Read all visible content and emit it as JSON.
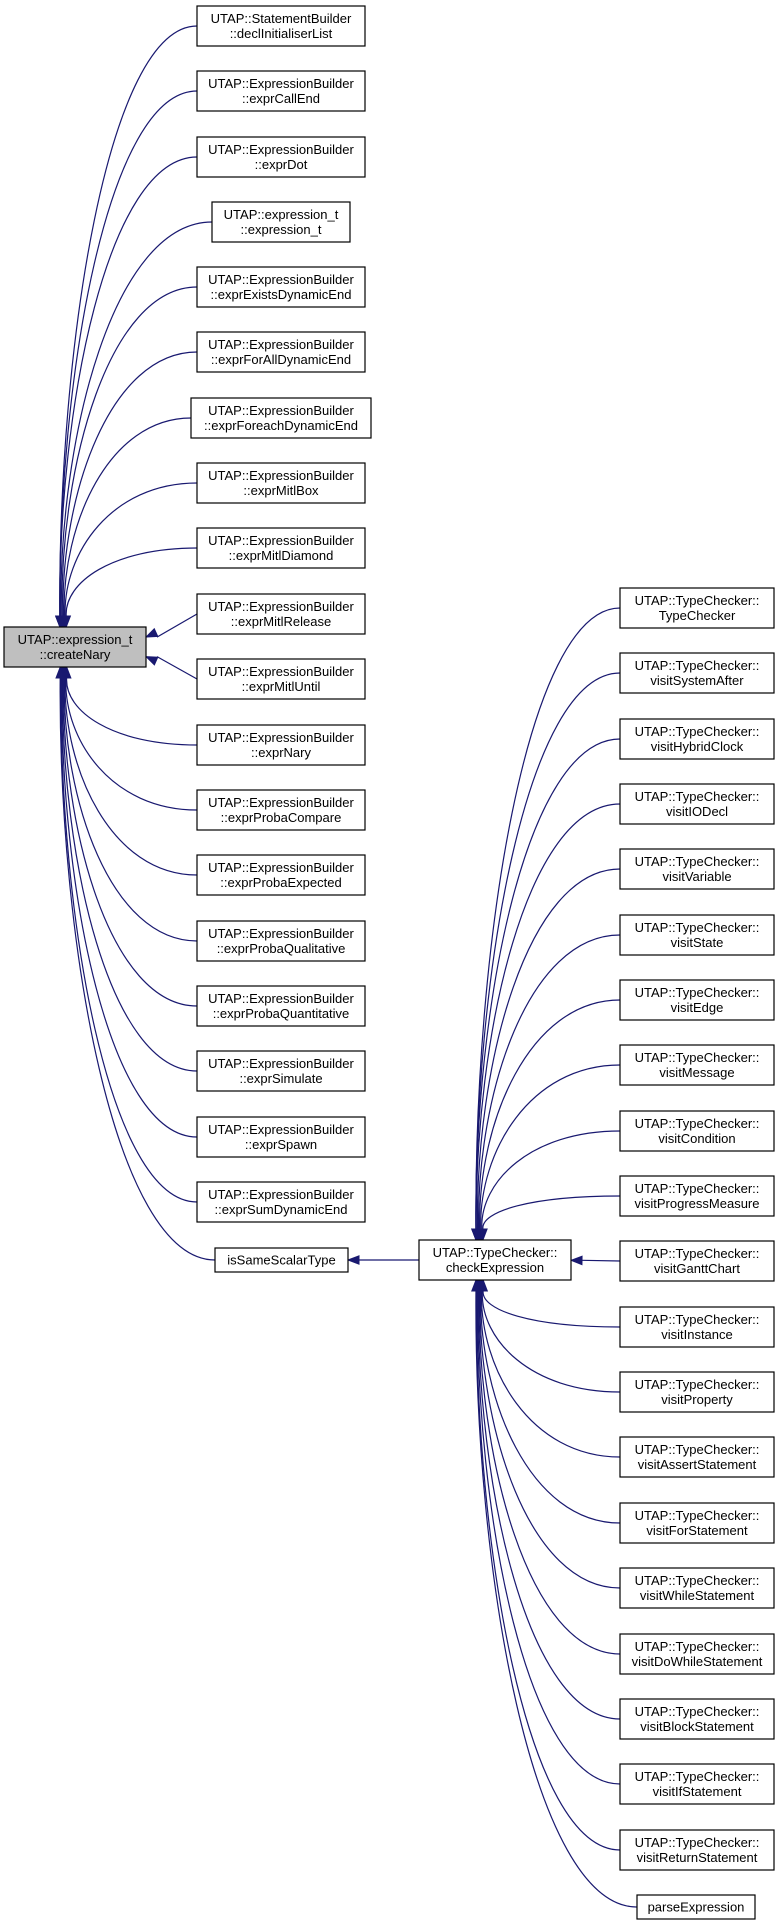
{
  "graph": {
    "root": "createNary",
    "nodes": {
      "createNary": {
        "lines": [
          "UTAP::expression_t",
          "::createNary"
        ],
        "kind": "root"
      },
      "declInitialiserList": {
        "lines": [
          "UTAP::StatementBuilder",
          "::declInitialiserList"
        ]
      },
      "exprCallEnd": {
        "lines": [
          "UTAP::ExpressionBuilder",
          "::exprCallEnd"
        ]
      },
      "exprDot": {
        "lines": [
          "UTAP::ExpressionBuilder",
          "::exprDot"
        ]
      },
      "expression_t": {
        "lines": [
          "UTAP::expression_t",
          "::expression_t"
        ]
      },
      "exprExistsDynamicEnd": {
        "lines": [
          "UTAP::ExpressionBuilder",
          "::exprExistsDynamicEnd"
        ]
      },
      "exprForAllDynamicEnd": {
        "lines": [
          "UTAP::ExpressionBuilder",
          "::exprForAllDynamicEnd"
        ]
      },
      "exprForeachDynamicEnd": {
        "lines": [
          "UTAP::ExpressionBuilder",
          "::exprForeachDynamicEnd"
        ]
      },
      "exprMitlBox": {
        "lines": [
          "UTAP::ExpressionBuilder",
          "::exprMitlBox"
        ]
      },
      "exprMitlDiamond": {
        "lines": [
          "UTAP::ExpressionBuilder",
          "::exprMitlDiamond"
        ]
      },
      "exprMitlRelease": {
        "lines": [
          "UTAP::ExpressionBuilder",
          "::exprMitlRelease"
        ]
      },
      "exprMitlUntil": {
        "lines": [
          "UTAP::ExpressionBuilder",
          "::exprMitlUntil"
        ]
      },
      "exprNary": {
        "lines": [
          "UTAP::ExpressionBuilder",
          "::exprNary"
        ]
      },
      "exprProbaCompare": {
        "lines": [
          "UTAP::ExpressionBuilder",
          "::exprProbaCompare"
        ]
      },
      "exprProbaExpected": {
        "lines": [
          "UTAP::ExpressionBuilder",
          "::exprProbaExpected"
        ]
      },
      "exprProbaQualitative": {
        "lines": [
          "UTAP::ExpressionBuilder",
          "::exprProbaQualitative"
        ]
      },
      "exprProbaQuantitative": {
        "lines": [
          "UTAP::ExpressionBuilder",
          "::exprProbaQuantitative"
        ]
      },
      "exprSimulate": {
        "lines": [
          "UTAP::ExpressionBuilder",
          "::exprSimulate"
        ]
      },
      "exprSpawn": {
        "lines": [
          "UTAP::ExpressionBuilder",
          "::exprSpawn"
        ]
      },
      "exprSumDynamicEnd": {
        "lines": [
          "UTAP::ExpressionBuilder",
          "::exprSumDynamicEnd"
        ]
      },
      "isSameScalarType": {
        "lines": [
          "isSameScalarType"
        ]
      },
      "checkExpression": {
        "lines": [
          "UTAP::TypeChecker::",
          "checkExpression"
        ]
      },
      "TypeChecker": {
        "lines": [
          "UTAP::TypeChecker::",
          "TypeChecker"
        ]
      },
      "visitSystemAfter": {
        "lines": [
          "UTAP::TypeChecker::",
          "visitSystemAfter"
        ]
      },
      "visitHybridClock": {
        "lines": [
          "UTAP::TypeChecker::",
          "visitHybridClock"
        ]
      },
      "visitIODecl": {
        "lines": [
          "UTAP::TypeChecker::",
          "visitIODecl"
        ]
      },
      "visitVariable": {
        "lines": [
          "UTAP::TypeChecker::",
          "visitVariable"
        ]
      },
      "visitState": {
        "lines": [
          "UTAP::TypeChecker::",
          "visitState"
        ]
      },
      "visitEdge": {
        "lines": [
          "UTAP::TypeChecker::",
          "visitEdge"
        ]
      },
      "visitMessage": {
        "lines": [
          "UTAP::TypeChecker::",
          "visitMessage"
        ]
      },
      "visitCondition": {
        "lines": [
          "UTAP::TypeChecker::",
          "visitCondition"
        ]
      },
      "visitProgressMeasure": {
        "lines": [
          "UTAP::TypeChecker::",
          "visitProgressMeasure"
        ]
      },
      "visitGanttChart": {
        "lines": [
          "UTAP::TypeChecker::",
          "visitGanttChart"
        ]
      },
      "visitInstance": {
        "lines": [
          "UTAP::TypeChecker::",
          "visitInstance"
        ]
      },
      "visitProperty": {
        "lines": [
          "UTAP::TypeChecker::",
          "visitProperty"
        ]
      },
      "visitAssertStatement": {
        "lines": [
          "UTAP::TypeChecker::",
          "visitAssertStatement"
        ]
      },
      "visitForStatement": {
        "lines": [
          "UTAP::TypeChecker::",
          "visitForStatement"
        ]
      },
      "visitWhileStatement": {
        "lines": [
          "UTAP::TypeChecker::",
          "visitWhileStatement"
        ]
      },
      "visitDoWhileStatement": {
        "lines": [
          "UTAP::TypeChecker::",
          "visitDoWhileStatement"
        ]
      },
      "visitBlockStatement": {
        "lines": [
          "UTAP::TypeChecker::",
          "visitBlockStatement"
        ]
      },
      "visitIfStatement": {
        "lines": [
          "UTAP::TypeChecker::",
          "visitIfStatement"
        ]
      },
      "visitReturnStatement": {
        "lines": [
          "UTAP::TypeChecker::",
          "visitReturnStatement"
        ]
      },
      "parseExpression": {
        "lines": [
          "parseExpression"
        ]
      }
    },
    "edges": [
      [
        "declInitialiserList",
        "createNary"
      ],
      [
        "exprCallEnd",
        "createNary"
      ],
      [
        "exprDot",
        "createNary"
      ],
      [
        "expression_t",
        "createNary"
      ],
      [
        "exprExistsDynamicEnd",
        "createNary"
      ],
      [
        "exprForAllDynamicEnd",
        "createNary"
      ],
      [
        "exprForeachDynamicEnd",
        "createNary"
      ],
      [
        "exprMitlBox",
        "createNary"
      ],
      [
        "exprMitlDiamond",
        "createNary"
      ],
      [
        "exprMitlRelease",
        "createNary"
      ],
      [
        "exprMitlUntil",
        "createNary"
      ],
      [
        "exprNary",
        "createNary"
      ],
      [
        "exprProbaCompare",
        "createNary"
      ],
      [
        "exprProbaExpected",
        "createNary"
      ],
      [
        "exprProbaQualitative",
        "createNary"
      ],
      [
        "exprProbaQuantitative",
        "createNary"
      ],
      [
        "exprSimulate",
        "createNary"
      ],
      [
        "exprSpawn",
        "createNary"
      ],
      [
        "exprSumDynamicEnd",
        "createNary"
      ],
      [
        "isSameScalarType",
        "createNary"
      ],
      [
        "checkExpression",
        "isSameScalarType"
      ],
      [
        "TypeChecker",
        "checkExpression"
      ],
      [
        "visitSystemAfter",
        "checkExpression"
      ],
      [
        "visitHybridClock",
        "checkExpression"
      ],
      [
        "visitIODecl",
        "checkExpression"
      ],
      [
        "visitVariable",
        "checkExpression"
      ],
      [
        "visitState",
        "checkExpression"
      ],
      [
        "visitEdge",
        "checkExpression"
      ],
      [
        "visitMessage",
        "checkExpression"
      ],
      [
        "visitCondition",
        "checkExpression"
      ],
      [
        "visitProgressMeasure",
        "checkExpression"
      ],
      [
        "visitGanttChart",
        "checkExpression"
      ],
      [
        "visitInstance",
        "checkExpression"
      ],
      [
        "visitProperty",
        "checkExpression"
      ],
      [
        "visitAssertStatement",
        "checkExpression"
      ],
      [
        "visitForStatement",
        "checkExpression"
      ],
      [
        "visitWhileStatement",
        "checkExpression"
      ],
      [
        "visitDoWhileStatement",
        "checkExpression"
      ],
      [
        "visitBlockStatement",
        "checkExpression"
      ],
      [
        "visitIfStatement",
        "checkExpression"
      ],
      [
        "visitReturnStatement",
        "checkExpression"
      ],
      [
        "parseExpression",
        "checkExpression"
      ]
    ]
  }
}
